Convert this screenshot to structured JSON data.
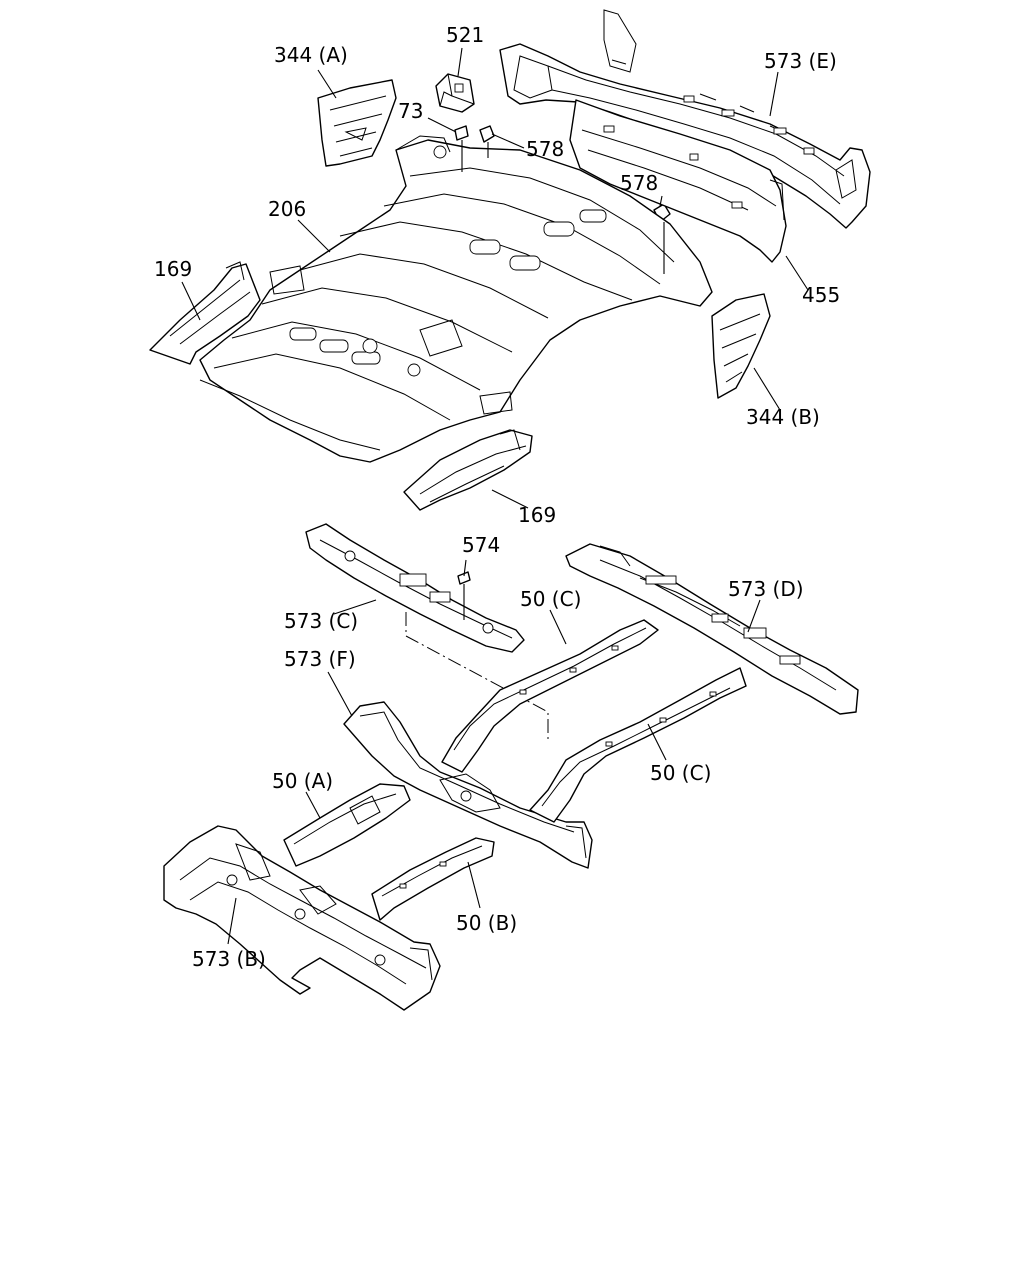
{
  "labels": {
    "l344a": "344 (A)",
    "l521": "521",
    "l73": "73",
    "l578a": "578",
    "l573e": "573 (E)",
    "l578b": "578",
    "l206": "206",
    "l169a": "169",
    "l455": "455",
    "l344b": "344 (B)",
    "l169b": "169",
    "l574": "574",
    "l50c1": "50 (C)",
    "l573d": "573 (D)",
    "l573c": "573 (C)",
    "l573f": "573 (F)",
    "l50c2": "50 (C)",
    "l50a": "50 (A)",
    "l50b": "50 (B)",
    "l573b": "573 (B)"
  }
}
